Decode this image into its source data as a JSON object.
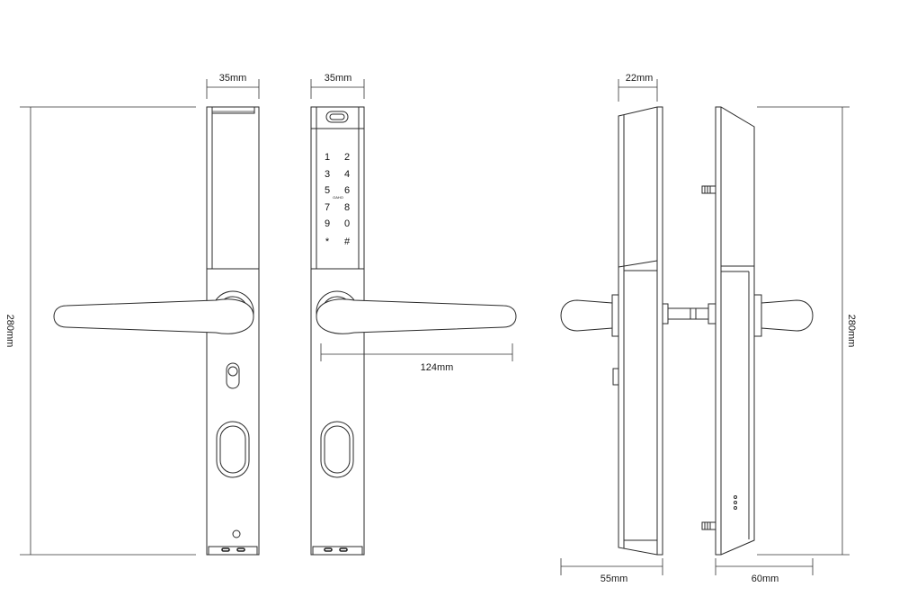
{
  "dimensions": {
    "front_width": "35mm",
    "back_width": "35mm",
    "side_depth_top": "22mm",
    "height_left": "280mm",
    "height_right": "280mm",
    "handle_length": "124mm",
    "outer_depth": "55mm",
    "inner_depth": "60mm"
  },
  "keypad": {
    "keys": [
      "1",
      "2",
      "3",
      "4",
      "5",
      "6",
      "7",
      "8",
      "9",
      "0",
      "*",
      "#"
    ],
    "small_label": "OAHO"
  }
}
